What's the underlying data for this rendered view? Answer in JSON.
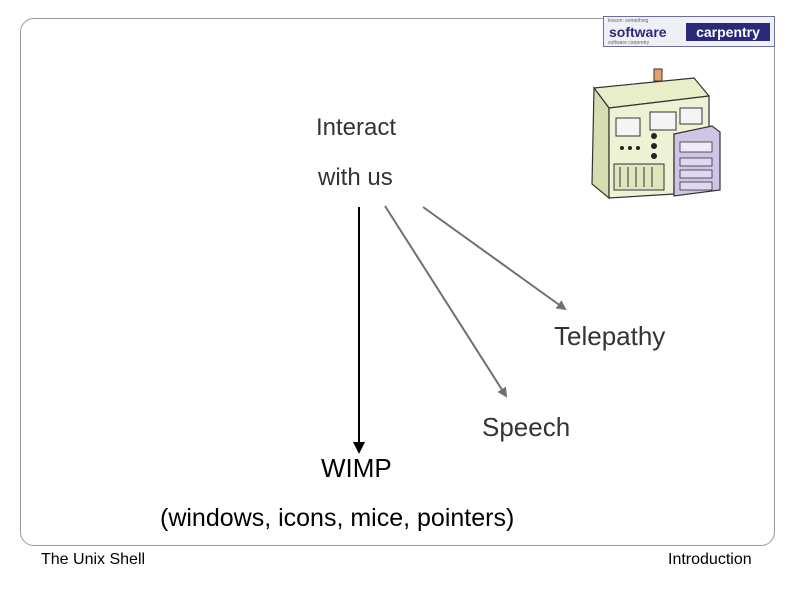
{
  "logo": {
    "tagline_1": "lesson: something",
    "tagline_2": "software carpentry",
    "word_1": "software",
    "word_2": "carpentry"
  },
  "diagram": {
    "source_line_1": "Interact",
    "source_line_2": "with us",
    "target_telepathy": "Telepathy",
    "target_speech": "Speech",
    "target_wimp": "WIMP",
    "wimp_expansion": "(windows, icons, mice, pointers)"
  },
  "footer": {
    "left": "The Unix Shell",
    "right": "Introduction"
  },
  "colors": {
    "arrow_gray": "#707070",
    "arrow_black": "#000000",
    "logo_navy": "#2a2a7a"
  },
  "icons": [
    "computer-clipart-icon"
  ]
}
